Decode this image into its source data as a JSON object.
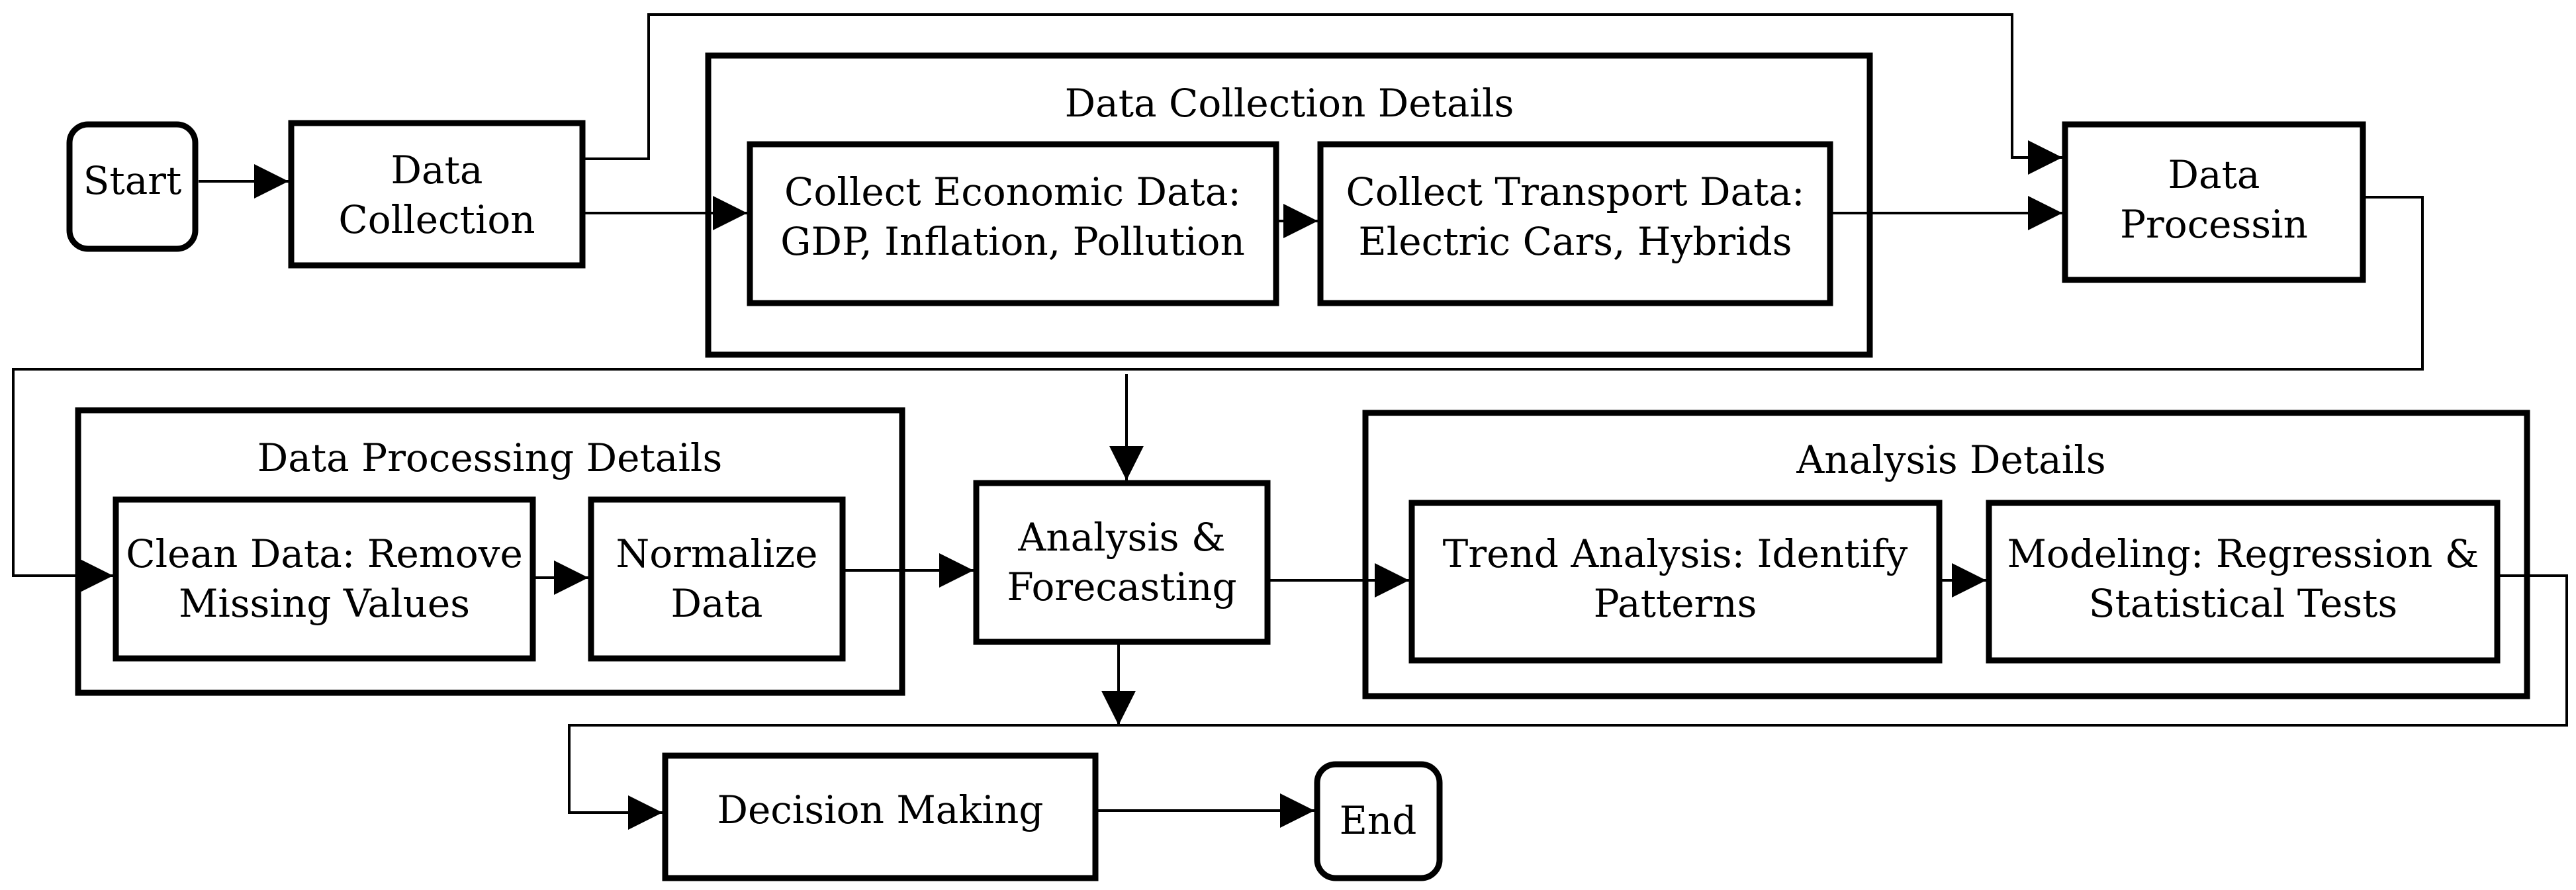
{
  "nodes": {
    "start": {
      "label": "Start"
    },
    "data_collection": {
      "line1": "Data",
      "line2": "Collection"
    },
    "collect_economic": {
      "line1": "Collect Economic Data:",
      "line2": "GDP, Inflation, Pollution"
    },
    "collect_transport": {
      "line1": "Collect Transport Data:",
      "line2": "Electric Cars, Hybrids"
    },
    "data_processing": {
      "line1": "Data",
      "line2": "Processin"
    },
    "clean_data": {
      "line1": "Clean Data: Remove",
      "line2": "Missing Values"
    },
    "normalize_data": {
      "line1": "Normalize",
      "line2": "Data"
    },
    "analysis_forecasting": {
      "line1": "Analysis &",
      "line2": "Forecasting"
    },
    "trend_analysis": {
      "line1": "Trend Analysis: Identify",
      "line2": "Patterns"
    },
    "modeling": {
      "line1": "Modeling: Regression &",
      "line2": "Statistical Tests"
    },
    "decision_making": {
      "label": "Decision Making"
    },
    "end": {
      "label": "End"
    }
  },
  "groups": {
    "data_collection_details": {
      "title": "Data Collection Details"
    },
    "data_processing_details": {
      "title": "Data Processing Details"
    },
    "analysis_details": {
      "title": "Analysis Details"
    }
  },
  "edges": [
    {
      "from": "start",
      "to": "data_collection"
    },
    {
      "from": "data_collection",
      "to": "collect_economic"
    },
    {
      "from": "data_collection",
      "to": "data_processing"
    },
    {
      "from": "collect_economic",
      "to": "collect_transport"
    },
    {
      "from": "collect_transport",
      "to": "data_processing"
    },
    {
      "from": "data_processing",
      "to": "clean_data"
    },
    {
      "from": "data_collection_details",
      "to": "analysis_forecasting"
    },
    {
      "from": "clean_data",
      "to": "normalize_data"
    },
    {
      "from": "normalize_data",
      "to": "analysis_forecasting"
    },
    {
      "from": "analysis_forecasting",
      "to": "trend_analysis"
    },
    {
      "from": "trend_analysis",
      "to": "modeling"
    },
    {
      "from": "analysis_forecasting",
      "to": "decision_making"
    },
    {
      "from": "modeling",
      "to": "decision_making"
    },
    {
      "from": "decision_making",
      "to": "end"
    }
  ],
  "colors": {
    "line": "#000000",
    "fill": "#ffffff",
    "text": "#000000"
  }
}
